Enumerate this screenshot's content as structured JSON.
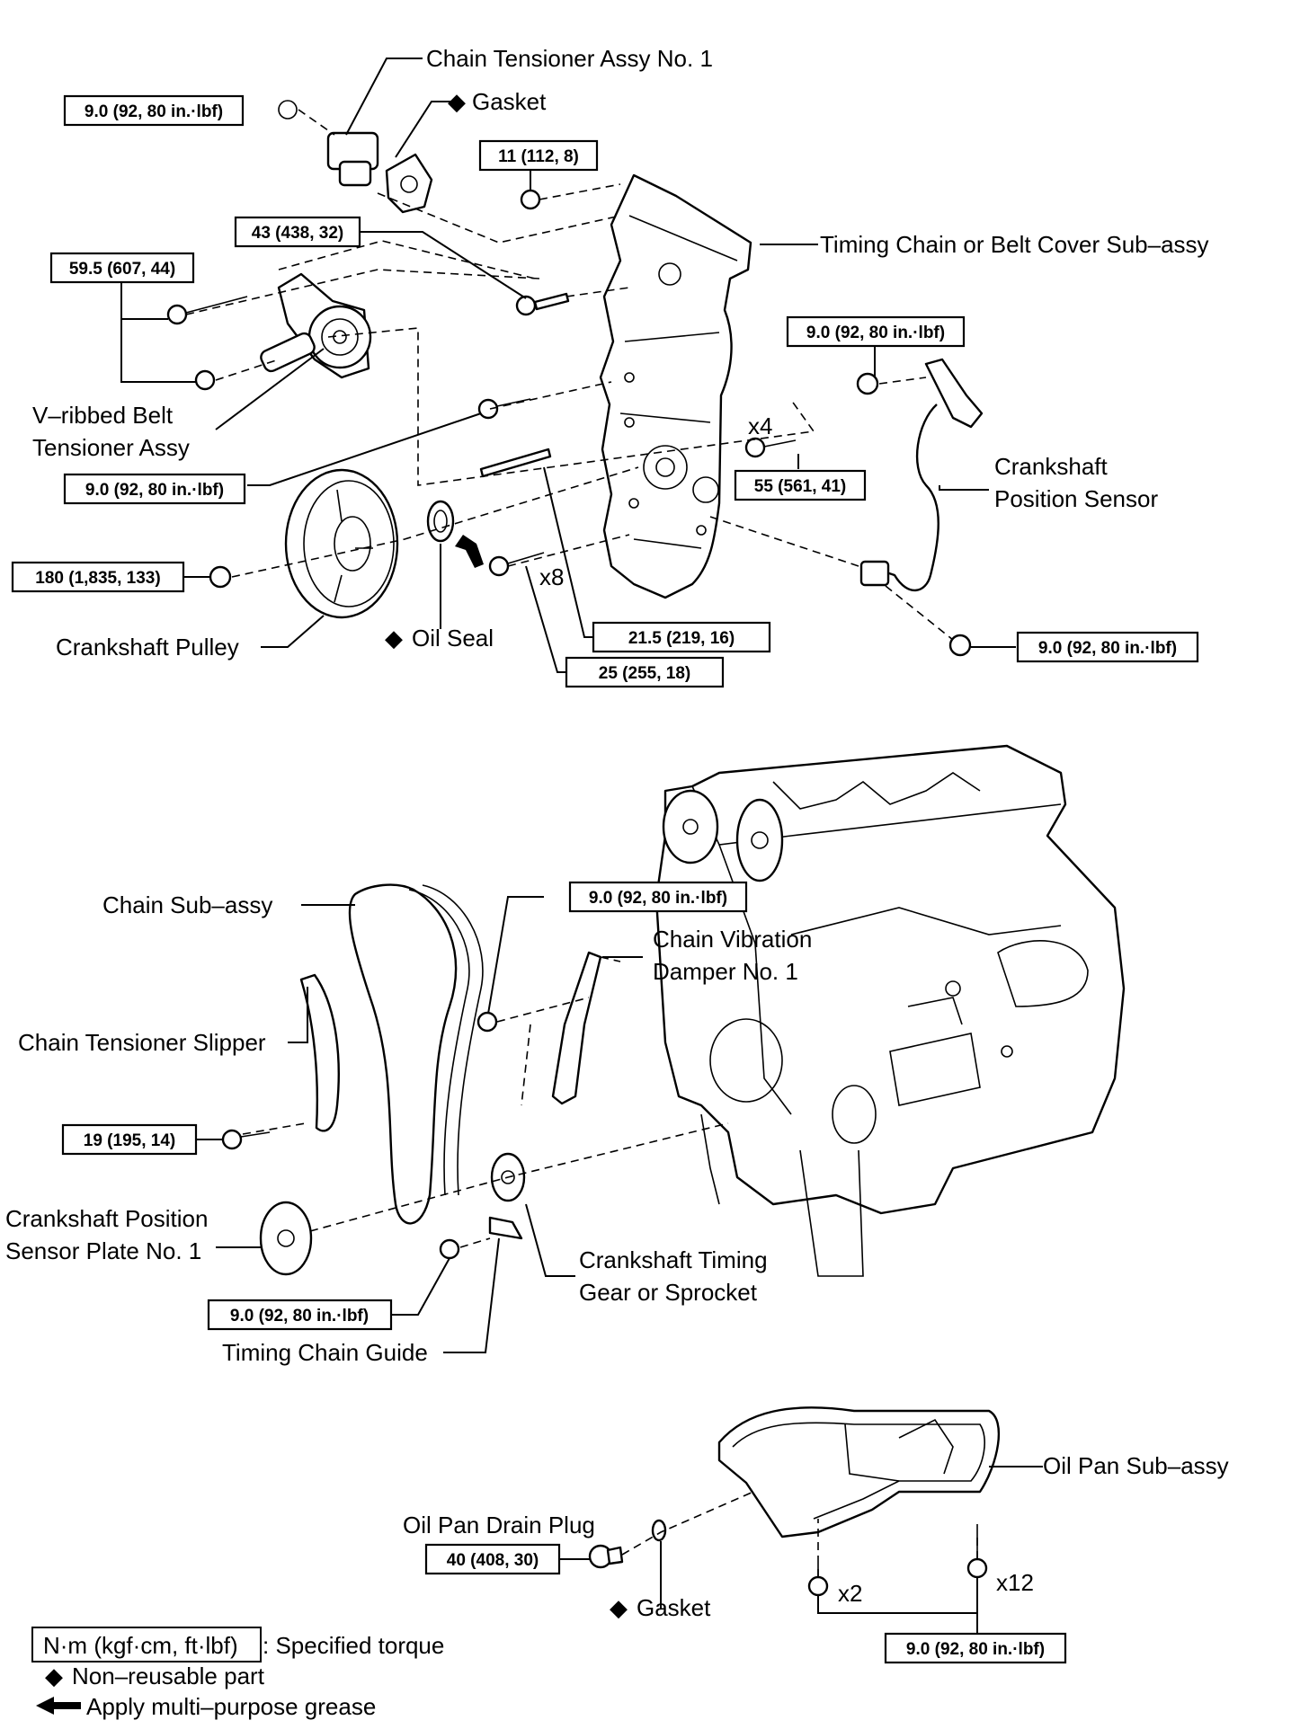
{
  "parts": {
    "chain_tensioner_assy": "Chain Tensioner Assy No. 1",
    "gasket_top": "Gasket",
    "timing_cover": "Timing Chain or Belt Cover Sub–assy",
    "v_ribbed_line1": "V–ribbed Belt",
    "v_ribbed_line2": "Tensioner Assy",
    "crank_pos_sensor_line1": "Crankshaft",
    "crank_pos_sensor_line2": "Position Sensor",
    "crank_pulley": "Crankshaft Pulley",
    "oil_seal": "Oil Seal",
    "chain_sub_assy": "Chain Sub–assy",
    "chain_damper_line1": "Chain Vibration",
    "chain_damper_line2": "Damper No. 1",
    "chain_tensioner_slipper": "Chain Tensioner Slipper",
    "crank_plate_line1": "Crankshaft Position",
    "crank_plate_line2": "Sensor Plate No. 1",
    "crank_gear_line1": "Crankshaft Timing",
    "crank_gear_line2": "Gear or Sprocket",
    "timing_chain_guide": "Timing Chain Guide",
    "oil_pan": "Oil Pan Sub–assy",
    "drain_plug": "Oil Pan Drain Plug",
    "gasket_bottom": "Gasket"
  },
  "torques": {
    "tensioner_bolt": "9.0 (92, 80 in.·lbf)",
    "cover_nut": "11 (112, 8)",
    "bolt_43": "43 (438, 32)",
    "bolt_59": "59.5 (607, 44)",
    "sensor_bolt": "9.0 (92, 80 in.·lbf)",
    "bolt_55": "55 (561, 41)",
    "cover_bolt_left": "9.0 (92, 80 in.·lbf)",
    "pulley_bolt": "180 (1,835, 133)",
    "stud": "21.5 (219, 16)",
    "bolt_25": "25 (255, 18)",
    "sensor_lower_bolt": "9.0 (92, 80 in.·lbf)",
    "damper_bolt": "9.0 (92, 80 in.·lbf)",
    "slipper_bolt": "19 (195, 14)",
    "guide_bolt": "9.0 (92, 80 in.·lbf)",
    "drain_plug": "40 (408, 30)",
    "oil_pan_bolts": "9.0 (92, 80 in.·lbf)"
  },
  "quantities": {
    "x4": "x4",
    "x8": "x8",
    "x2": "x2",
    "x12": "x12"
  },
  "legend": {
    "torque_key": "N·m (kgf·cm, ft·lbf)",
    "torque_text": ": Specified torque",
    "non_reusable": "Non–reusable part",
    "grease": "Apply multi–purpose grease"
  }
}
